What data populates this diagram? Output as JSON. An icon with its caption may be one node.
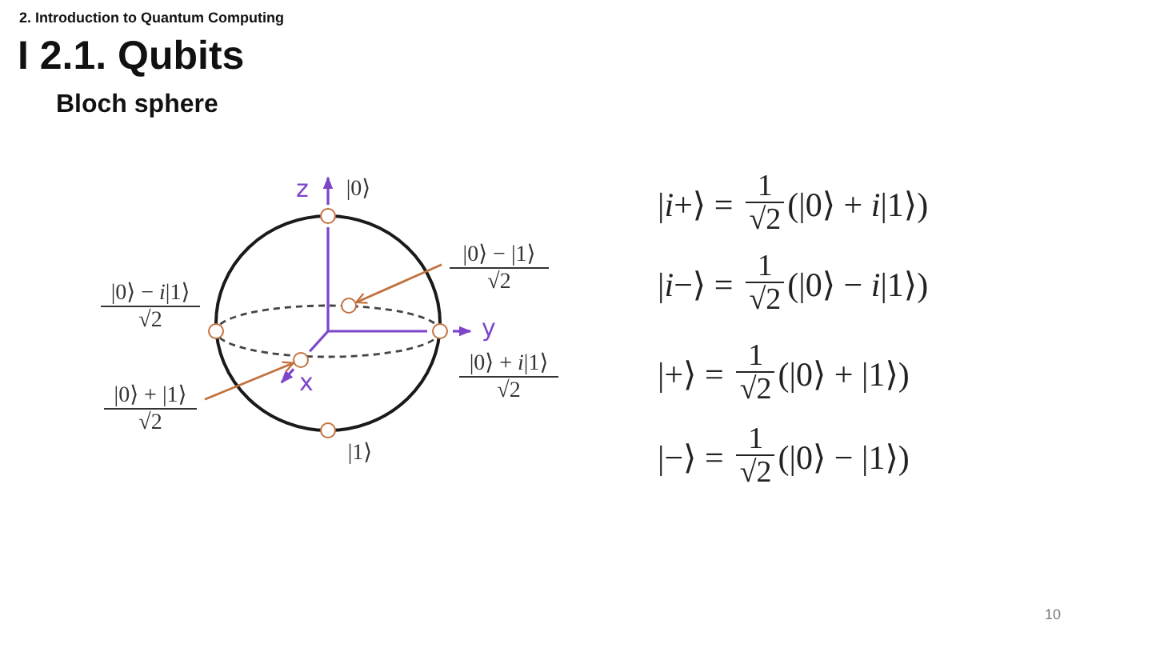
{
  "diagram": {
    "title": "I 2.1. Qubits",
    "nodes": [
      {
        "text": [],
        "shape": "circle",
        "beside": [
          "|0⟩"
        ]
      },
      {
        "text": [
          "|0⟩ − |1⟩",
          "√2"
        ]
      },
      {
        "text": [],
        "shape": "circle"
      },
      {
        "text": [],
        "shape": "circle",
        "beside": [
          "|0⟩ − *i*|1⟩",
          "√2"
        ]
      },
      {
        "text": [],
        "shape": "circle",
        "beside": [
          "|0⟩ + *i*|1⟩",
          "√2"
        ]
      },
      {
        "text": [],
        "shape": "circle"
      },
      {
        "text": [
          "|0⟩ + |1⟩",
          "√2"
        ]
      },
      {
        "text": [],
        "shape": "circle",
        "beside": [
          "|1⟩"
        ]
      }
    ],
    "edges": [
      {
        "from": 1,
        "to": 2,
        "arrow": "to"
      },
      {
        "from": 6,
        "to": 5,
        "arrow": "to"
      }
    ],
    "labels": [
      "2. Introduction to Quantum Computing",
      "Bloch sphere",
      "z",
      "y",
      "x",
      "|*i*+⟩ =",
      "1",
      "√2",
      "(|0⟩ + *i*|1⟩)",
      "|*i*−⟩ =",
      "1",
      "√2",
      "(|0⟩ − *i*|1⟩)",
      "|+⟩ =",
      "1",
      "√2",
      "(|0⟩ + |1⟩)",
      "|−⟩ =",
      "1",
      "√2",
      "(|0⟩ − |1⟩)",
      "10"
    ]
  }
}
